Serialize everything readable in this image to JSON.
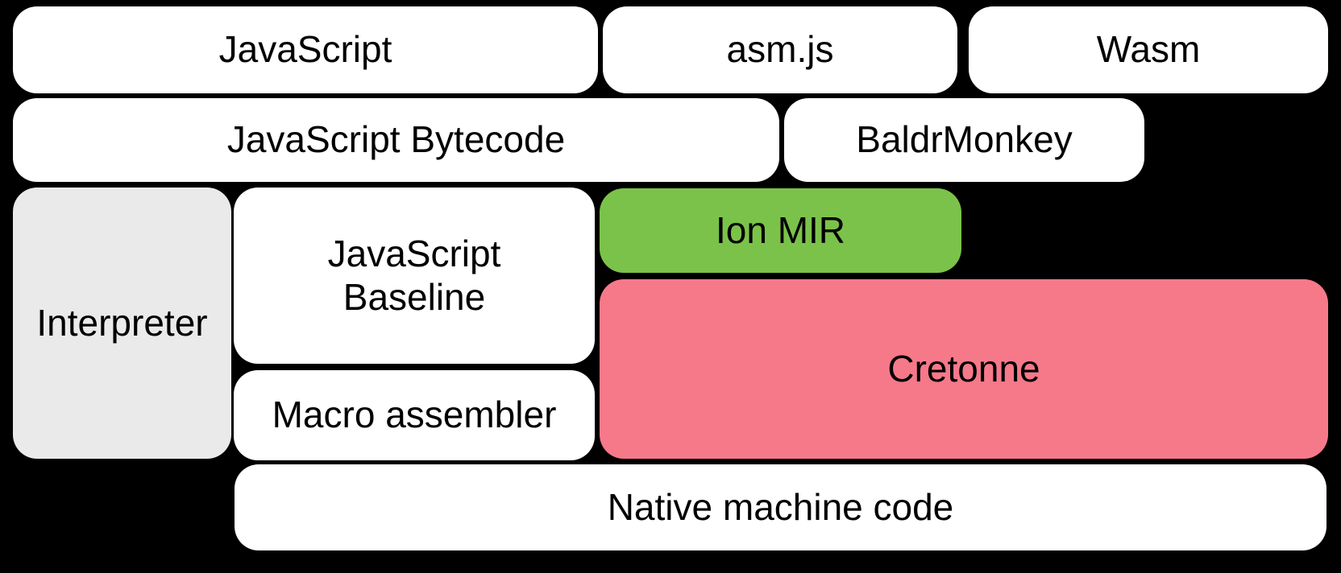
{
  "background_color": "#000000",
  "text_color": "#000000",
  "diagram": {
    "nodes": {
      "javascript": {
        "label": "JavaScript",
        "fill": "#ffffff"
      },
      "asm_js": {
        "label": "asm.js",
        "fill": "#ffffff"
      },
      "wasm": {
        "label": "Wasm",
        "fill": "#ffffff"
      },
      "javascript_bytecode": {
        "label": "JavaScript Bytecode",
        "fill": "#ffffff"
      },
      "baldrmonkey": {
        "label": "BaldrMonkey",
        "fill": "#ffffff"
      },
      "interpreter": {
        "label": "Interpreter",
        "fill": "#eaeaea"
      },
      "javascript_baseline": {
        "label": "JavaScript Baseline",
        "fill": "#ffffff"
      },
      "ion_mir": {
        "label": "Ion MIR",
        "fill": "#7bc24a"
      },
      "cretonne": {
        "label": "Cretonne",
        "fill": "#f6798a"
      },
      "macro_assembler": {
        "label": "Macro assembler",
        "fill": "#ffffff"
      },
      "native_machine_code": {
        "label": "Native machine code",
        "fill": "#ffffff"
      }
    }
  }
}
